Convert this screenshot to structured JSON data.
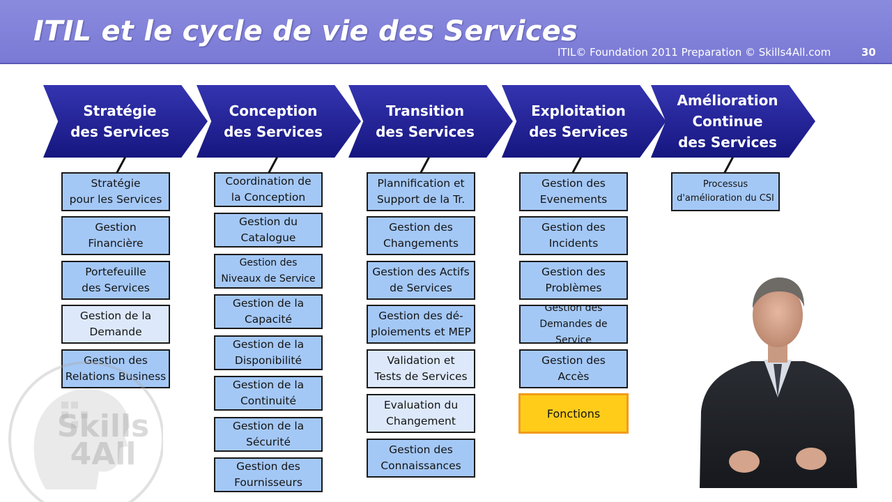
{
  "header": {
    "title": "ITIL et le cycle de vie des Services",
    "subtitle": "ITIL© Foundation 2011 Preparation © Skills4All.com",
    "page_number": "30"
  },
  "stages": [
    {
      "label": "Stratégie\ndes Services"
    },
    {
      "label": "Conception\ndes Services"
    },
    {
      "label": "Transition\ndes Services"
    },
    {
      "label": "Exploitation\ndes Services"
    },
    {
      "label": "Amélioration\nContinue\ndes Services"
    }
  ],
  "strategie": [
    "Stratégie\npour les Services",
    "Gestion\nFinancière",
    "Portefeuille\ndes Services",
    "Gestion de la\nDemande",
    "Gestion des\nRelations Business"
  ],
  "conception": [
    "Coordination de\nla Conception",
    "Gestion du\nCatalogue",
    "Gestion des\nNiveaux de Service",
    "Gestion de la\nCapacité",
    "Gestion de la\nDisponibilité",
    "Gestion de la\nContinuité",
    "Gestion de la\nSécurité",
    "Gestion des\nFournisseurs"
  ],
  "transition": [
    "Plannification et\nSupport de la Tr.",
    "Gestion des\nChangements",
    "Gestion des Actifs\nde Services",
    "Gestion des dé-\nploiements et MEP",
    "Validation et\nTests de Services",
    "Evaluation du\nChangement",
    "Gestion des\nConnaissances"
  ],
  "exploitation": [
    "Gestion des\nEvenements",
    "Gestion des\nIncidents",
    "Gestion des\nProblèmes",
    "Gestion des\nDemandes de Service",
    "Gestion des\nAccès",
    "Fonctions"
  ],
  "amelioration": [
    "Processus\nd'amélioration du CSI"
  ],
  "logo": {
    "text": "Skills\n4All"
  },
  "colors": {
    "header": "#7a7ad6",
    "arrow": "#1e1e8a",
    "box": "#a4c8f6",
    "box_light": "#dde9fb",
    "highlight": "#ffcc1a",
    "highlight_border": "#f39b1a"
  }
}
